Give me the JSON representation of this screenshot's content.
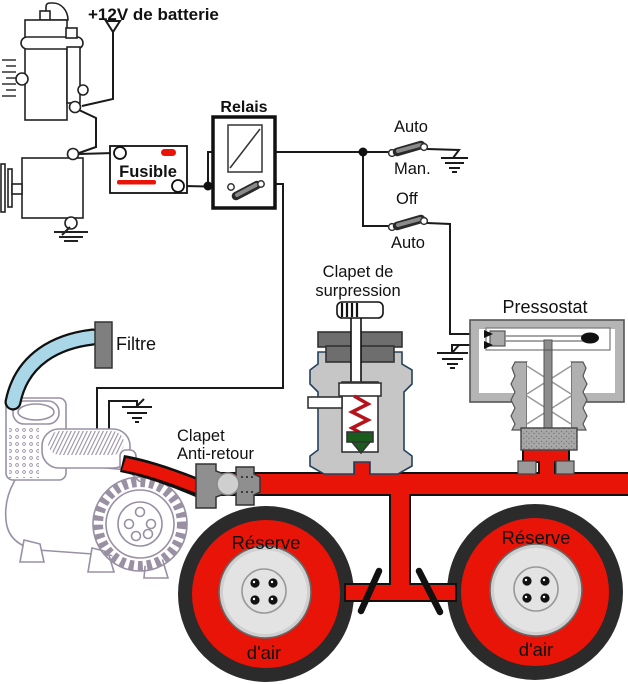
{
  "diagram": {
    "title_hint": "12V on-board air compressor pneumatic and electrical schematic",
    "labels": {
      "battery": "+12V de batterie",
      "relay": "Relais",
      "fuse": "Fusible",
      "switch1_top": "Auto",
      "switch1_bottom": "Man.",
      "switch2_top": "Off",
      "switch2_bottom": "Auto",
      "relief_valve_1": "Clapet de",
      "relief_valve_2": "surpression",
      "pressure_switch": "Pressostat",
      "filter": "Filtre",
      "check_valve_1": "Clapet",
      "check_valve_2": "Anti-retour",
      "left_tank_1": "Réserve",
      "left_tank_2": "d'air",
      "right_tank_1": "Réserve",
      "right_tank_2": "d'air"
    },
    "colors": {
      "pipe_red": "#e91408",
      "hose_blue": "#aad7e8",
      "valve_green": "#1a5c1e",
      "spring_red": "#b5121b",
      "fuse_red": "#e91408",
      "tire_ring": "#2b2b2b",
      "hub_gray": "#e3e3e3",
      "metal_gray": "#c6c6c6",
      "cap_gray": "#6e6e6e",
      "wire_black": "#1a1a1a"
    }
  }
}
